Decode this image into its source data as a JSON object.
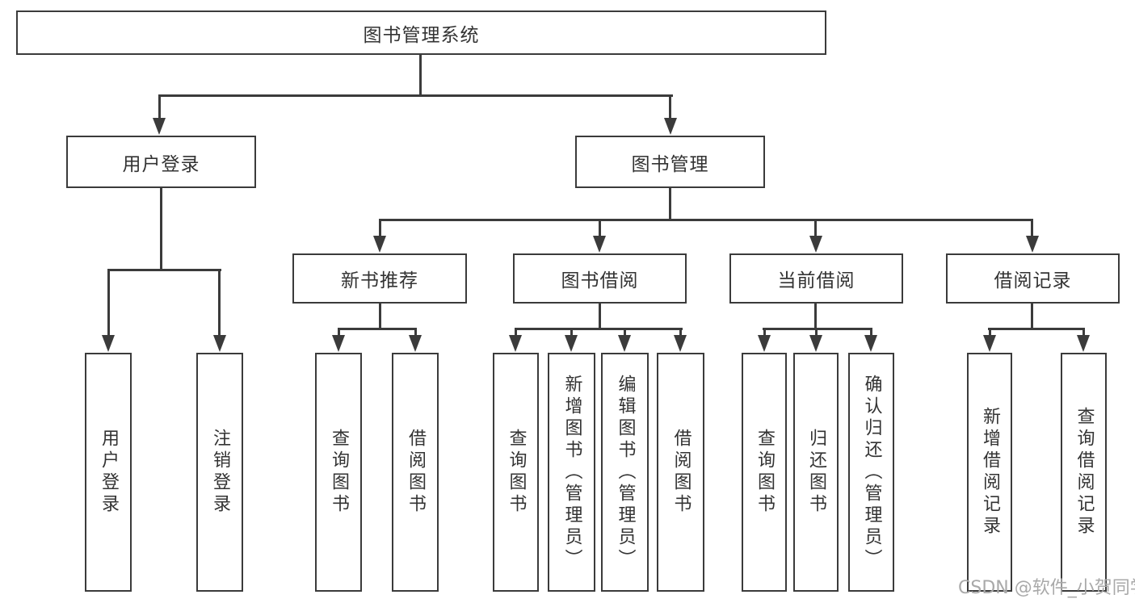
{
  "nodes": {
    "root": "图书管理系统",
    "user_login": "用户登录",
    "book_mgmt": "图书管理",
    "l3": [
      "新书推荐",
      "图书借阅",
      "当前借阅",
      "借阅记录"
    ],
    "user_leaves": [
      "用户登录",
      "注销登录"
    ],
    "newbook_leaves": [
      "查询图书",
      "借阅图书"
    ],
    "borrow_leaves": [
      "查询图书",
      "新增图书（管理员）",
      "编辑图书（管理员）",
      "借阅图书"
    ],
    "current_leaves": [
      "查询图书",
      "归还图书",
      "确认归还（管理员）"
    ],
    "record_leaves": [
      "新增借阅记录",
      "查询借阅记录"
    ]
  },
  "watermark": {
    "text": "CSDN @软件_小贺同学"
  },
  "colors": {
    "line": "#3b3b3b",
    "text": "#333333",
    "watermark": "#a9a9a9",
    "background": "#ffffff"
  }
}
